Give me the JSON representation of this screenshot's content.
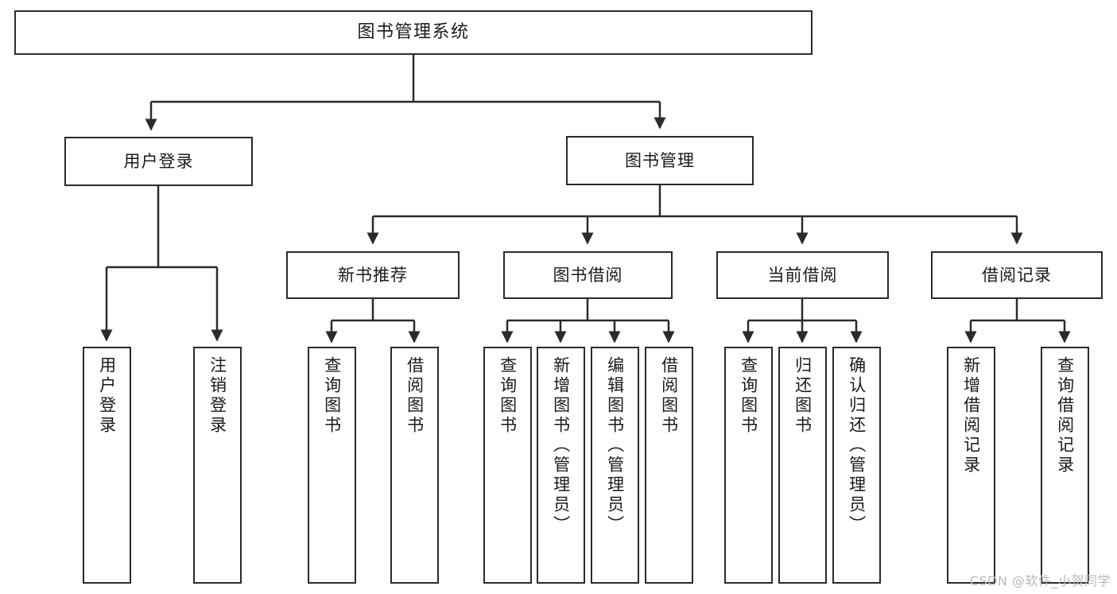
{
  "diagram": {
    "type": "tree",
    "title": "图书管理系统",
    "root": {
      "label": "图书管理系统"
    },
    "level2": [
      {
        "label": "用户登录"
      },
      {
        "label": "图书管理"
      }
    ],
    "level3": [
      {
        "label": "新书推荐"
      },
      {
        "label": "图书借阅"
      },
      {
        "label": "当前借阅"
      },
      {
        "label": "借阅记录"
      }
    ],
    "leaves": {
      "user_login": [
        {
          "label": "用户登录"
        },
        {
          "label": "注销登录"
        }
      ],
      "new_book": [
        {
          "label": "查询图书"
        },
        {
          "label": "借阅图书"
        }
      ],
      "book_borrow": [
        {
          "label": "查询图书"
        },
        {
          "label": "新增图书（管理员）"
        },
        {
          "label": "编辑图书（管理员）"
        },
        {
          "label": "借阅图书"
        }
      ],
      "current_borrow": [
        {
          "label": "查询图书"
        },
        {
          "label": "归还图书"
        },
        {
          "label": "确认归还（管理员）"
        }
      ],
      "borrow_record": [
        {
          "label": "新增借阅记录"
        },
        {
          "label": "查询借阅记录"
        }
      ]
    }
  },
  "watermark": {
    "text": "CSDN @软件_小贺同学"
  },
  "colors": {
    "border": "#2b2b2b",
    "background": "#ffffff",
    "text": "#1a1a1a",
    "watermark": "#b9b9b9"
  }
}
